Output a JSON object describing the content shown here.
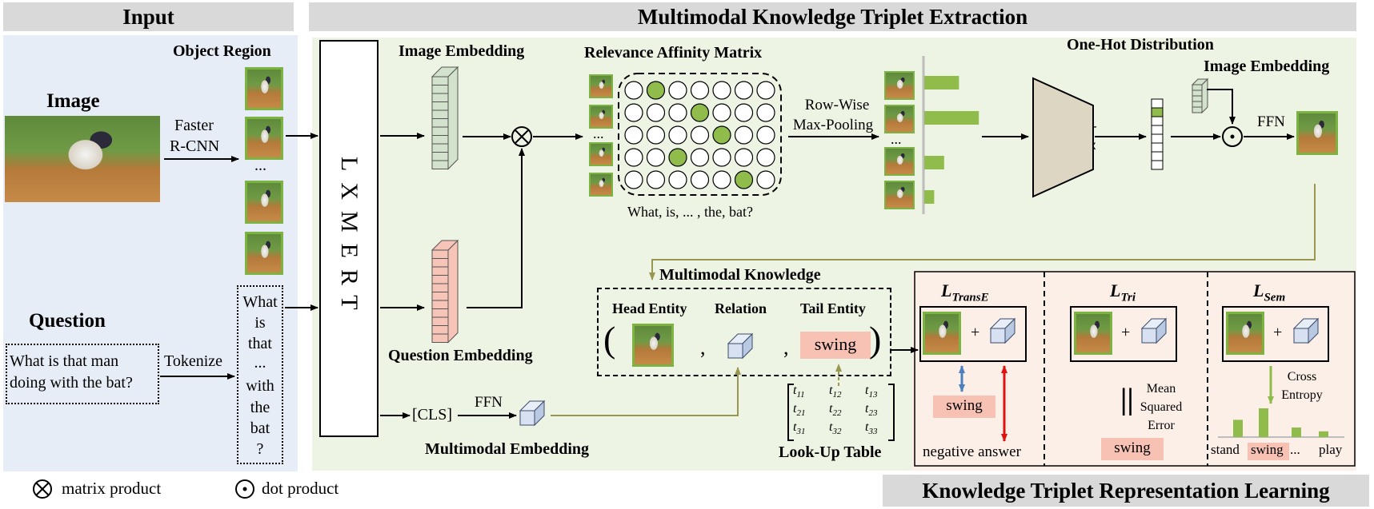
{
  "headers": {
    "input": "Input",
    "extraction": "Multimodal Knowledge Triplet Extraction",
    "representation": "Knowledge Triplet Representation Learning"
  },
  "input": {
    "object_region": "Object Region",
    "image": "Image",
    "faster_rcnn_1": "Faster",
    "faster_rcnn_2": "R-CNN",
    "dots": "...",
    "question_title": "Question",
    "question_text_1": "What is that man",
    "question_text_2": "doing with the bat?",
    "tokenize": "Tokenize",
    "tokens": [
      "What",
      "is",
      "that",
      "...",
      "with",
      "the",
      "bat",
      "?"
    ]
  },
  "model": {
    "lxmert": "LXMERT",
    "image_embedding": "Image Embedding",
    "question_embedding": "Question Embedding",
    "relevance_matrix": "Relevance Affinity Matrix",
    "matrix_caption": "What, is, ... , the, bat?",
    "row_wise_1": "Row-Wise",
    "row_wise_2": "Max-Pooling",
    "one_hot": "One-Hot Distribution",
    "gumbel_1": "Gumbel-",
    "gumbel_2": "Softmax",
    "image_embedding_right": "Image Embedding",
    "ffn_top": "FFN",
    "cls": "[CLS]",
    "ffn_bottom": "FFN",
    "multimodal_embedding": "Multimodal Embedding",
    "dots": "..."
  },
  "knowledge": {
    "title": "Multimodal Knowledge",
    "head": "Head Entity",
    "relation": "Relation",
    "tail": "Tail Entity",
    "tail_value": "swing",
    "paren_open": "(",
    "paren_close": ")",
    "comma": ",",
    "lookup": "Look-Up Table",
    "table": [
      [
        "t11",
        "t12",
        "t13"
      ],
      [
        "t21",
        "t22",
        "t23"
      ],
      [
        "t31",
        "t32",
        "t33"
      ]
    ]
  },
  "losses": {
    "transe": {
      "main": "L",
      "sub": "TransE",
      "answer": "swing",
      "negative": "negative answer",
      "plus": "+"
    },
    "tri": {
      "main": "L",
      "sub": "Tri",
      "answer": "swing",
      "norm": "||",
      "mse_1": "Mean",
      "mse_2": "Squared",
      "mse_3": "Error",
      "plus": "+"
    },
    "sem": {
      "main": "L",
      "sub": "Sem",
      "ce_1": "Cross",
      "ce_2": "Entropy",
      "plus": "+",
      "labels": [
        "stand",
        "swing",
        "...",
        "play"
      ]
    }
  },
  "legend": {
    "matrix_product": "matrix product",
    "dot_product": "dot product"
  },
  "colors": {
    "header_bg": "#d9d9d9",
    "input_bg": "#e6edf6",
    "extract_bg": "#eef4e4",
    "repr_bg": "#fcefe7",
    "green": "#8fbc4b",
    "swing_bg": "#f7c2b3",
    "image_embed": "#d3e2cc",
    "question_embed": "#f7c4b8",
    "gumbel": "#ddd6c3",
    "olive_arrow": "#9a9550",
    "blue_arrow": "#4a7fc0",
    "red_arrow": "#e01010"
  },
  "affinity_matrix": {
    "rows": 5,
    "cols": 7,
    "highlight_col_per_row": [
      1,
      3,
      4,
      2,
      5
    ]
  },
  "pooled_bars": [
    0.35,
    0.55,
    0.2,
    0.1
  ],
  "one_hot_vector": {
    "cells": 8,
    "active": 1
  },
  "sem_bars": [
    0.45,
    0.75,
    0.25,
    0.15
  ]
}
